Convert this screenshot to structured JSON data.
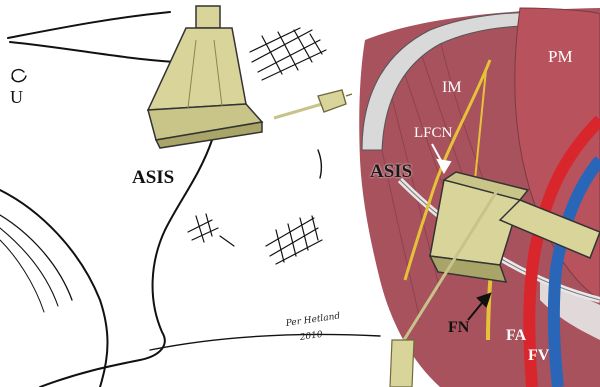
{
  "left_panel": {
    "label_u": "U",
    "label_asis": "ASIS",
    "signature": [
      "Per Hetland",
      "2010"
    ]
  },
  "right_panel": {
    "label_pm": "PM",
    "label_im": "IM",
    "label_lfcn": "LFCN",
    "label_asis": "ASIS",
    "label_fn": "FN",
    "label_fa": "FA",
    "label_fv": "FV"
  },
  "colors": {
    "probe": "#d9d49a",
    "probe_dark": "#a9a468",
    "muscle": "#a8525d",
    "nerve": "#e6c23a",
    "artery": "#d9262c",
    "vein": "#2a66b8",
    "bone": "#cfcfcf"
  }
}
